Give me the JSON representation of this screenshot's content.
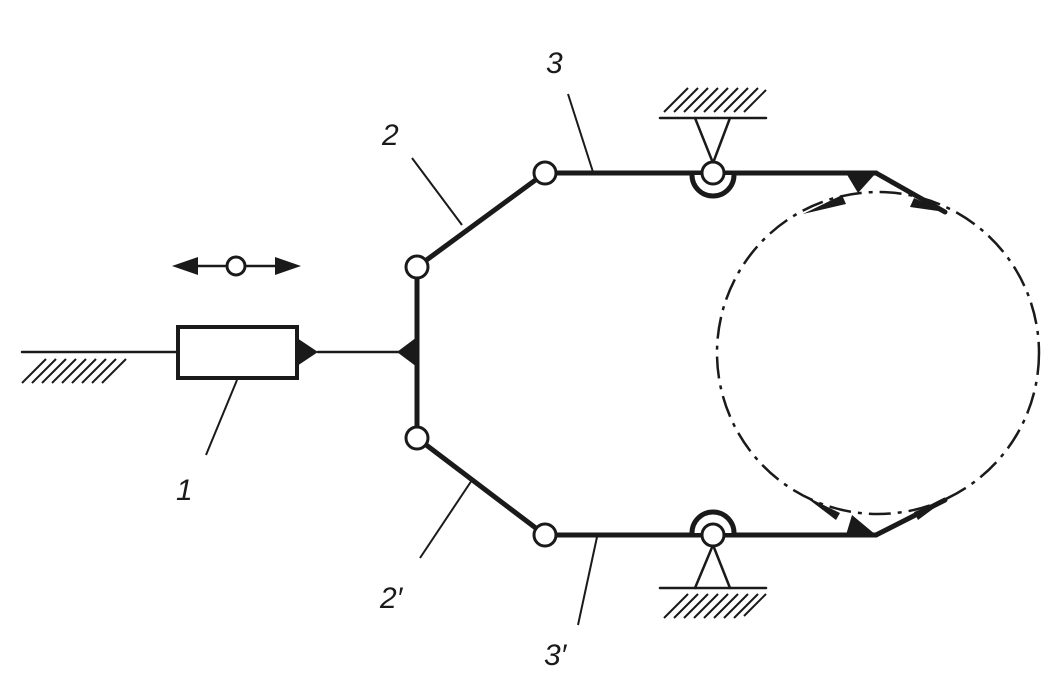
{
  "labels": {
    "slider": "1",
    "link_upper": "2",
    "link_lower": "2′",
    "jaw_upper": "3",
    "jaw_lower": "3′"
  },
  "colors": {
    "ink": "#1a1a1a",
    "background": "#ffffff"
  },
  "icons": {
    "motion": "double-arrow-icon",
    "ground": "hatched-ground-icon",
    "pivot": "pin-joint-icon"
  }
}
